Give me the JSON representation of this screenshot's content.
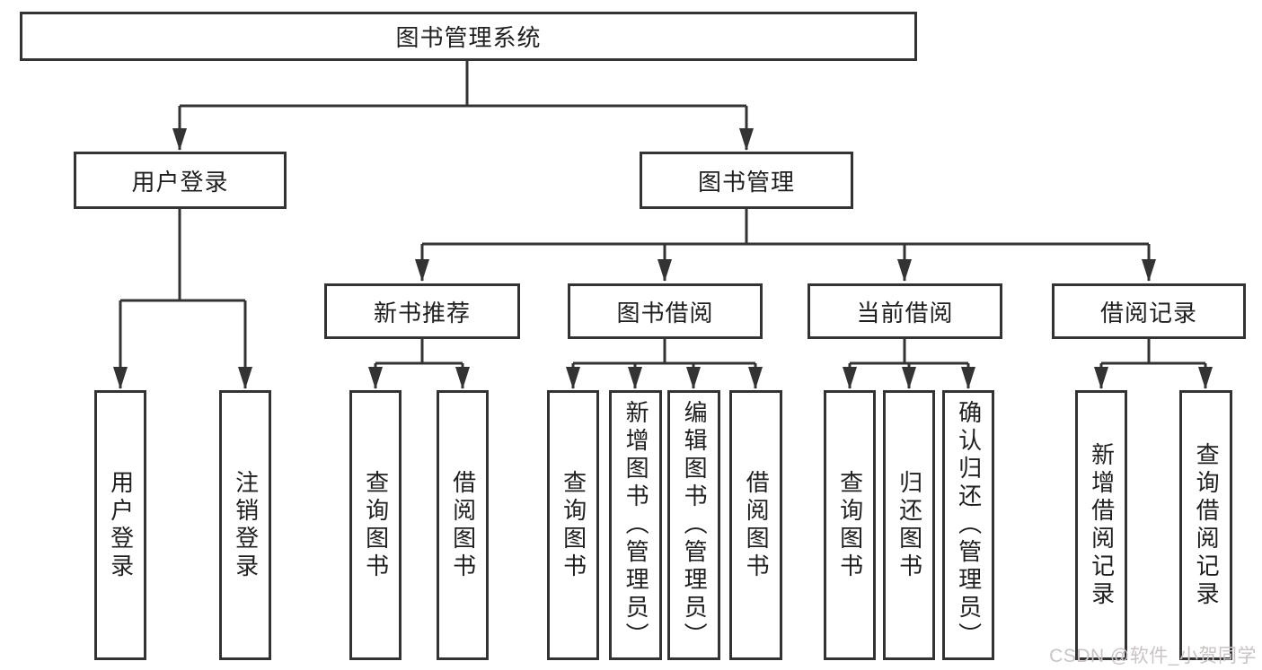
{
  "tree": {
    "root": {
      "label": "图书管理系统"
    },
    "children": [
      {
        "label": "用户登录",
        "children": [
          {
            "label": "用户登录"
          },
          {
            "label": "注销登录"
          }
        ]
      },
      {
        "label": "图书管理",
        "children": [
          {
            "label": "新书推荐",
            "children": [
              {
                "label": "查询图书"
              },
              {
                "label": "借阅图书"
              }
            ]
          },
          {
            "label": "图书借阅",
            "children": [
              {
                "label": "查询图书"
              },
              {
                "label": "新增图书（管理员）"
              },
              {
                "label": "编辑图书（管理员）"
              },
              {
                "label": "借阅图书"
              }
            ]
          },
          {
            "label": "当前借阅",
            "children": [
              {
                "label": "查询图书"
              },
              {
                "label": "归还图书"
              },
              {
                "label": "确认归还（管理员）"
              }
            ]
          },
          {
            "label": "借阅记录",
            "children": [
              {
                "label": "新增借阅记录"
              },
              {
                "label": "查询借阅记录"
              }
            ]
          }
        ]
      }
    ]
  },
  "watermark": {
    "text": "CSDN @软件_小贺同学",
    "color": "#c9c3c3"
  },
  "colors": {
    "line": "#333333",
    "box_border": "#333333",
    "box_fill": "#ffffff",
    "text": "#1f1f1f",
    "background": "#ffffff"
  }
}
